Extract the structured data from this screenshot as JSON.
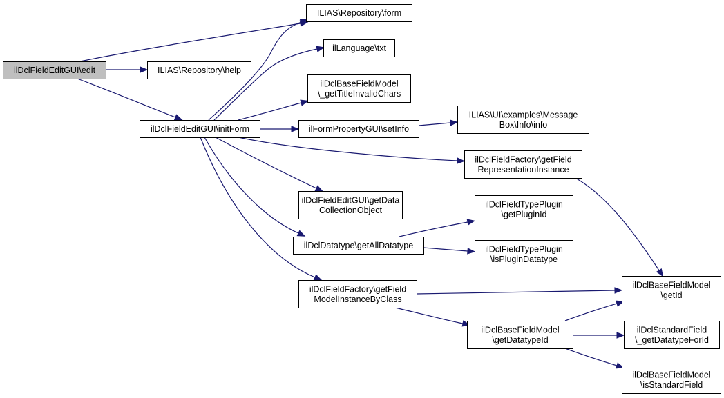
{
  "diagram": {
    "type": "call-graph",
    "edge_color": "#191970",
    "root_fill": "#bfbfbf",
    "node_fill": "#ffffff",
    "nodes": [
      {
        "id": "edit",
        "lines": [
          "ilDclFieldEditGUI\\edit"
        ],
        "root": true
      },
      {
        "id": "help",
        "lines": [
          "ILIAS\\Repository\\help"
        ]
      },
      {
        "id": "form",
        "lines": [
          "ILIAS\\Repository\\form"
        ]
      },
      {
        "id": "initForm",
        "lines": [
          "ilDclFieldEditGUI\\initForm"
        ]
      },
      {
        "id": "txt",
        "lines": [
          "ilLanguage\\txt"
        ]
      },
      {
        "id": "getTitleInvalidChars",
        "lines": [
          "ilDclBaseFieldModel",
          "\\_getTitleInvalidChars"
        ]
      },
      {
        "id": "setInfo",
        "lines": [
          "ilFormPropertyGUI\\setInfo"
        ]
      },
      {
        "id": "info",
        "lines": [
          "ILIAS\\UI\\examples\\Message",
          "Box\\Info\\info"
        ]
      },
      {
        "id": "getFieldRepresentationInstance",
        "lines": [
          "ilDclFieldFactory\\getField",
          "RepresentationInstance"
        ]
      },
      {
        "id": "getDataCollectionObject",
        "lines": [
          "ilDclFieldEditGUI\\getData",
          "CollectionObject"
        ]
      },
      {
        "id": "getAllDatatype",
        "lines": [
          "ilDclDatatype\\getAllDatatype"
        ]
      },
      {
        "id": "getPluginId",
        "lines": [
          "ilDclFieldTypePlugin",
          "\\getPluginId"
        ]
      },
      {
        "id": "isPluginDatatype",
        "lines": [
          "ilDclFieldTypePlugin",
          "\\isPluginDatatype"
        ]
      },
      {
        "id": "getFieldModelInstanceByClass",
        "lines": [
          "ilDclFieldFactory\\getField",
          "ModelInstanceByClass"
        ]
      },
      {
        "id": "getId",
        "lines": [
          "ilDclBaseFieldModel",
          "\\getId"
        ]
      },
      {
        "id": "getDatatypeId",
        "lines": [
          "ilDclBaseFieldModel",
          "\\getDatatypeId"
        ]
      },
      {
        "id": "getDatatypeForId",
        "lines": [
          "ilDclStandardField",
          "\\_getDatatypeForId"
        ]
      },
      {
        "id": "isStandardField",
        "lines": [
          "ilDclBaseFieldModel",
          "\\isStandardField"
        ]
      }
    ],
    "edges": [
      {
        "from": "edit",
        "to": "form"
      },
      {
        "from": "edit",
        "to": "help"
      },
      {
        "from": "edit",
        "to": "initForm"
      },
      {
        "from": "initForm",
        "to": "form"
      },
      {
        "from": "initForm",
        "to": "txt"
      },
      {
        "from": "initForm",
        "to": "getTitleInvalidChars"
      },
      {
        "from": "initForm",
        "to": "setInfo"
      },
      {
        "from": "initForm",
        "to": "getFieldRepresentationInstance"
      },
      {
        "from": "initForm",
        "to": "getDataCollectionObject"
      },
      {
        "from": "initForm",
        "to": "getAllDatatype"
      },
      {
        "from": "initForm",
        "to": "getFieldModelInstanceByClass"
      },
      {
        "from": "setInfo",
        "to": "info"
      },
      {
        "from": "getFieldRepresentationInstance",
        "to": "getId"
      },
      {
        "from": "getAllDatatype",
        "to": "getPluginId"
      },
      {
        "from": "getAllDatatype",
        "to": "isPluginDatatype"
      },
      {
        "from": "getFieldModelInstanceByClass",
        "to": "getId"
      },
      {
        "from": "getFieldModelInstanceByClass",
        "to": "getDatatypeId"
      },
      {
        "from": "getDatatypeId",
        "to": "getId"
      },
      {
        "from": "getDatatypeId",
        "to": "getDatatypeForId"
      },
      {
        "from": "getDatatypeId",
        "to": "isStandardField"
      }
    ]
  }
}
